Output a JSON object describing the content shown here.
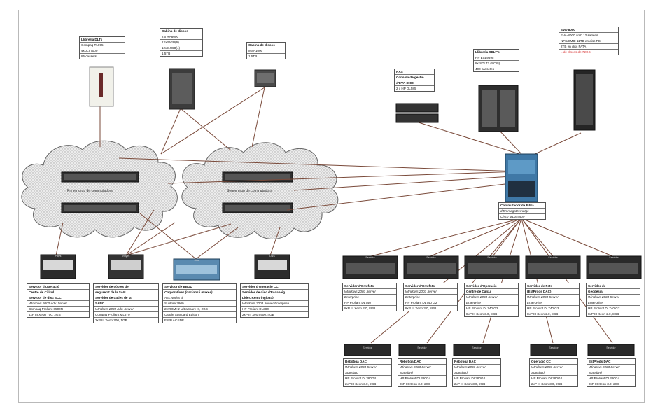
{
  "top_boxes": {
    "libreria_dlts": [
      "Llibreria DLTs",
      "Compaq TL895",
      "4xDLT7000",
      "85 cassets"
    ],
    "cabina1": [
      "Cabina de discos",
      "2 x RA8000",
      "12x36GB(6)",
      "12x9.4GB(4)",
      "1.5TB"
    ],
    "cabina2": [
      "Cabina de discos",
      "MSA1000",
      "1.5TB"
    ],
    "nas": [
      "NAS",
      "Consola de gestió",
      "d'EVA-8000",
      "2 x HP DL585"
    ],
    "libreria_sdlt": [
      "Llibreria SDLT's",
      "HP ESL9595",
      "8x SDLT2 (SCSI)",
      "400 cassetes"
    ],
    "eva": [
      "EVA-8000",
      "EVA-8000 amb 12 safates",
      "NFS/SMB: 11TB en disc FC",
      "2TB en disc FATA",
      "...de discos de 72GB"
    ]
  },
  "clouds": {
    "left_label": "Primer grup de commutadors",
    "right_label": "Segon grup de commutadors"
  },
  "switch_box": [
    "Commutador de Fibra",
    "d'Emmagatzematge",
    "Cisco MDS 9509"
  ],
  "left_server_tags": [
    "Plays",
    "Vinyes",
    "Cisc",
    "DNS"
  ],
  "left_servers": [
    [
      "Servidor d'Operació",
      "Centre de Càlcul",
      "Servidor de disc SCC",
      "Windows 2000 Adv. Server",
      "Compaq Proliant 8500R",
      "4xP III Xeon 700, 2GB"
    ],
    [
      "Servidor de còpies de",
      "seguretat de la SAN",
      "Servidor de dades de la",
      "SANC",
      "Windows 2000 Adv. Server",
      "Compaq Proliant ML570",
      "2xP III Xeon 700, 1GB"
    ],
    [
      "Servidor de BBDD",
      "Corporatives (nacions i muxes)",
      "Ass.Nodes d'",
      "SunFire 2900",
      "2x750MHz UltraSparc III, 2GB",
      "Oracle Standard Edition",
      "ESRI ArcSDE"
    ],
    [
      "Servidor d'Operació CC",
      "Servidor de disc d'Escaneig",
      "Lider. Remtringibató",
      "Windows 2003 Server Enterprise",
      "HP Proliant DL380",
      "2xP III Xeon 900, 4GB"
    ]
  ],
  "right_server_tags": [
    "Servidor",
    "Servidor",
    "Servidor",
    "Servidor",
    "Servidor"
  ],
  "right_servers": [
    [
      "Servidor d'Ortofoto",
      "Windows 2003 Server",
      "Enterprise",
      "HP Proliant DL740",
      "8xP III Xeon 2.0, 8GB"
    ],
    [
      "Servidor d'Ortofoto",
      "Windows 2003 Server",
      "Enterprise",
      "HP Proliant DL740 G2",
      "8xP III Xeon 3.0, 8GB"
    ],
    [
      "Servidor d'Operació",
      "Centre de Càlcul",
      "Windows 2003 Server",
      "Enterprise",
      "HP Proliant DL740 G2",
      "8xP III Xeon 3.0, 8GB"
    ],
    [
      "Servidor de Fets",
      "(EstProds DAC)",
      "Windows 2003 Server",
      "Enterprise",
      "HP Proliant DL740 G2",
      "8xP III Xeon 2.0, 8GB"
    ],
    [
      "Servidor de",
      "Geodèsia",
      "Windows 2003 Server",
      "Enterprise",
      "HP Proliant DL740 G2",
      "8xP III Xeon 2.0, 8GB"
    ]
  ],
  "bottom_server_tags": [
    "Servidor",
    "Servidor",
    "Servidor",
    "Servidor",
    "Servidor"
  ],
  "bottom_servers": [
    [
      "Rebòtiga DAC",
      "Windows 2003 Server",
      "Standard",
      "HP Proliant DL380G4",
      "2xP III Xeon 3.0, 2GB"
    ],
    [
      "Rebòtiga DAC",
      "Windows 2003 Server",
      "Standard",
      "HP Proliant DL380G4",
      "2xP III Xeon 3.0, 2GB"
    ],
    [
      "Rebòtiga DAC",
      "Windows 2003 Server",
      "Standard",
      "HP Proliant DL380G4",
      "2xP III Xeon 3.0, 2GB"
    ],
    [
      "Operació CC",
      "Windows 2003 Server",
      "Standard",
      "HP Proliant DL380G4",
      "2xP III Xeon 3.0, 2GB"
    ],
    [
      "EstProds DAC",
      "Windows 2003 Server",
      "Standard",
      "HP Proliant DL380G4",
      "2xP III Xeon 3.0, 2GB"
    ]
  ],
  "colors": {
    "link": "#8a3a2a",
    "cloud_fill": "#e9e9e9",
    "switch_blue": "#4a86b6",
    "rack": "#3a3a3a"
  }
}
